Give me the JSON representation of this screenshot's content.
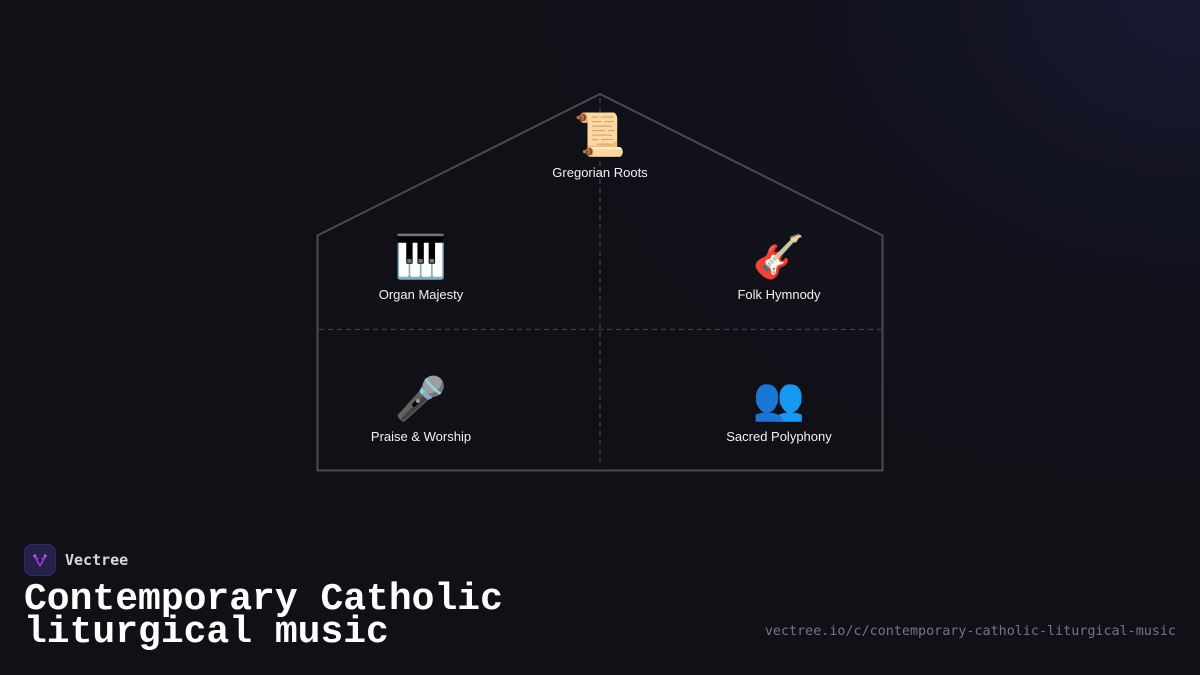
{
  "brand": {
    "name": "Vectree",
    "logo_icon": "branching-tree-icon",
    "logo_color": "#a03ad6",
    "logo_bg": "#23204a"
  },
  "title": "Contemporary Catholic liturgical music",
  "url": "vectree.io/c/contemporary-catholic-liturgical-music",
  "diagram": {
    "shape": "house",
    "outline_color": "#4a4a4f",
    "divider_style": "dashed",
    "nodes": [
      {
        "id": "roof",
        "position": "top-center",
        "icon": "scroll-icon",
        "emoji": "📜",
        "label": "Gregorian Roots"
      },
      {
        "id": "upper-left",
        "position": "upper-left",
        "icon": "piano-keys-icon",
        "emoji": "🎹",
        "label": "Organ Majesty"
      },
      {
        "id": "upper-right",
        "position": "upper-right",
        "icon": "guitar-icon",
        "emoji": "🎸",
        "label": "Folk Hymnody"
      },
      {
        "id": "lower-left",
        "position": "lower-left",
        "icon": "microphone-icon",
        "emoji": "🎤",
        "label": "Praise & Worship"
      },
      {
        "id": "lower-right",
        "position": "lower-right",
        "icon": "people-icon",
        "emoji": "👥",
        "label": "Sacred Polyphony"
      }
    ]
  },
  "colors": {
    "background": "#101016",
    "text_primary": "#ffffff",
    "text_muted": "#75757e",
    "label_text": "#f2f2f2"
  }
}
